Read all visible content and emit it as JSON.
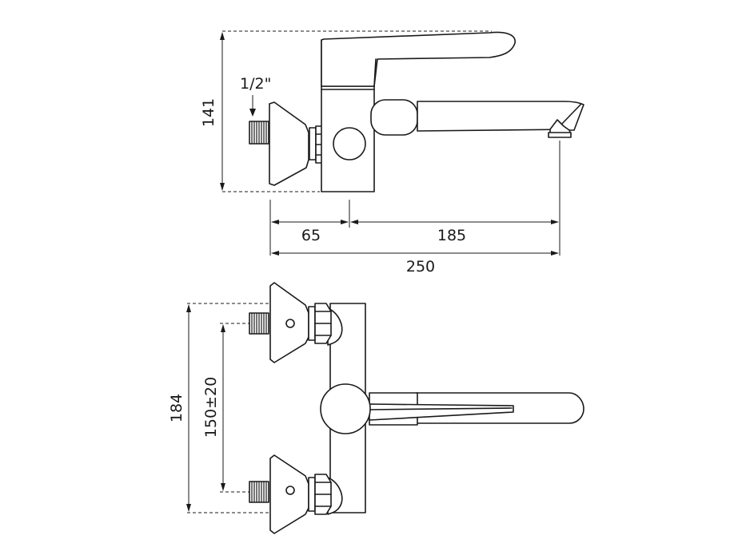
{
  "drawing": {
    "dimensions": {
      "height_side": "141",
      "thread_size": "1/2\"",
      "wall_to_nut": "65",
      "nut_to_spout": "185",
      "total_length": "250",
      "height_top": "184",
      "inlet_spacing": "150±20"
    }
  }
}
